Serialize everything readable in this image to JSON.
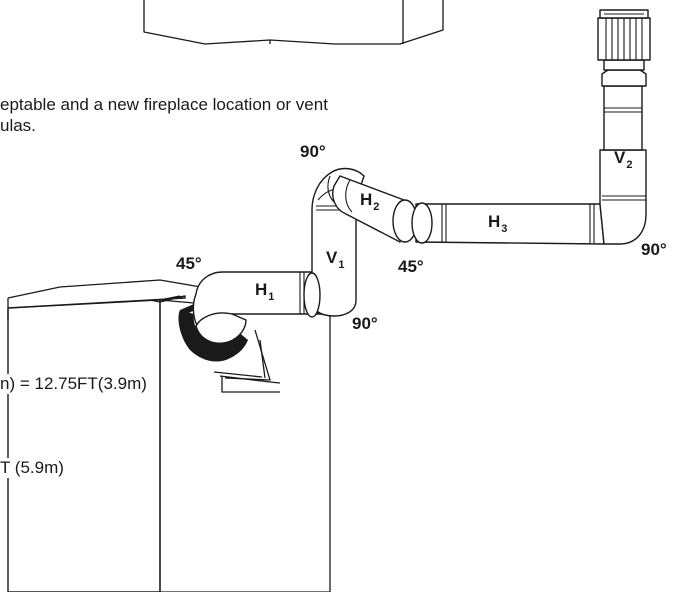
{
  "body_text": {
    "line1": "eptable and a new fireplace location or vent",
    "line2": "ulas."
  },
  "measurements": {
    "upper": "n) = 12.75FT(3.9m)",
    "lower": "T (5.9m)"
  },
  "pipe_labels": {
    "v1": {
      "letter": "V",
      "sub": "1"
    },
    "v2": {
      "letter": "V",
      "sub": "2"
    },
    "h1": {
      "letter": "H",
      "sub": "1"
    },
    "h2": {
      "letter": "H",
      "sub": "2"
    },
    "h3": {
      "letter": "H",
      "sub": "3"
    }
  },
  "angle_labels": {
    "top_elbow": "90°",
    "left_elbow": "45°",
    "mid_elbow": "45°",
    "bottom_elbow": "90°",
    "right_elbow": "90°"
  }
}
